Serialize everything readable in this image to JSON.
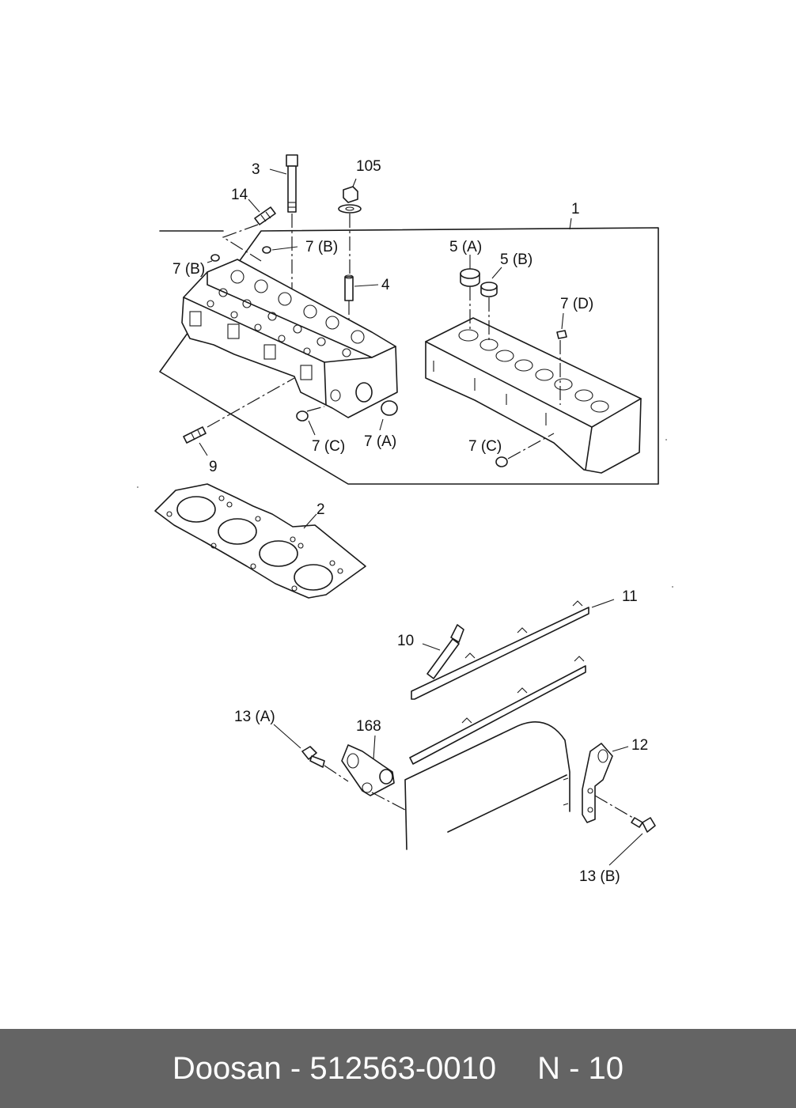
{
  "labels": [
    {
      "id": "3",
      "text": "3"
    },
    {
      "id": "105",
      "text": "105"
    },
    {
      "id": "14",
      "text": "14"
    },
    {
      "id": "1",
      "text": "1"
    },
    {
      "id": "7B-top",
      "text": "7 (B)"
    },
    {
      "id": "7B-left",
      "text": "7 (B)"
    },
    {
      "id": "5A",
      "text": "5 (A)"
    },
    {
      "id": "5B",
      "text": "5 (B)"
    },
    {
      "id": "4",
      "text": "4"
    },
    {
      "id": "7D",
      "text": "7 (D)"
    },
    {
      "id": "7C-left",
      "text": "7 (C)"
    },
    {
      "id": "7A",
      "text": "7 (A)"
    },
    {
      "id": "9",
      "text": "9"
    },
    {
      "id": "7C-right",
      "text": "7 (C)"
    },
    {
      "id": "2",
      "text": "2"
    },
    {
      "id": "11",
      "text": "11"
    },
    {
      "id": "10",
      "text": "10"
    },
    {
      "id": "13A",
      "text": "13 (A)"
    },
    {
      "id": "168",
      "text": "168"
    },
    {
      "id": "12",
      "text": "12"
    },
    {
      "id": "13B",
      "text": "13 (B)"
    }
  ],
  "footer": {
    "part_text": "Doosan - 512563-0010",
    "page_text": "N - 10"
  },
  "colors": {
    "footer_bg": "#646464",
    "footer_text": "#ffffff",
    "line": "#1a1a1a"
  }
}
